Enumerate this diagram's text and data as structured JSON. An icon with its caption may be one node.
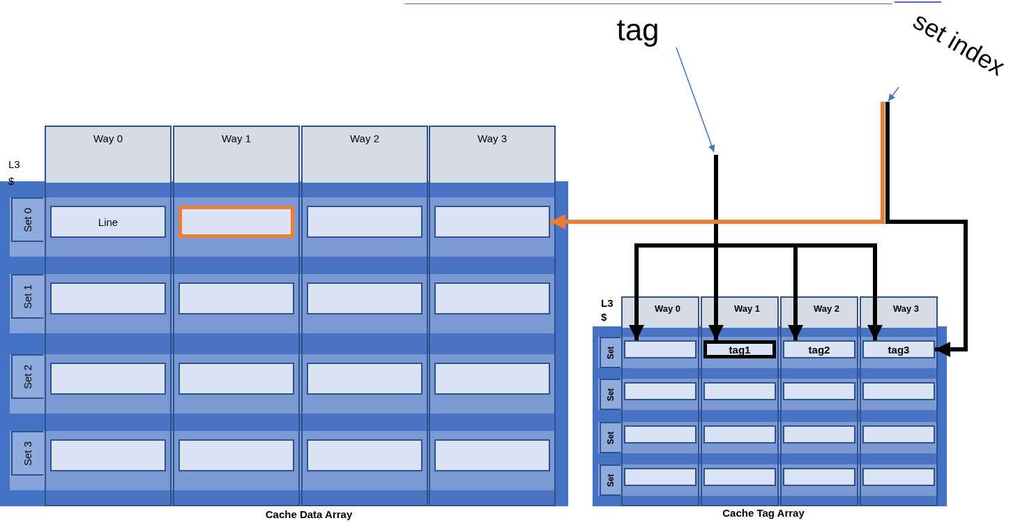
{
  "diagram": {
    "nodes": [
      {
        "text": [
          "L3 $"
        ]
      },
      {
        "text": [
          "Way 0"
        ],
        "in": 0
      },
      {
        "text": [
          "Way 1"
        ],
        "in": 0
      },
      {
        "text": [
          "Way 2"
        ],
        "in": 0
      },
      {
        "text": [
          "Way 3"
        ],
        "in": 0
      },
      {
        "text": [
          "Set 0"
        ],
        "in": 0
      },
      {
        "text": [
          "Set 1"
        ],
        "in": 0
      },
      {
        "text": [
          "Set 2"
        ],
        "in": 0
      },
      {
        "text": [
          "Set 3"
        ],
        "in": 0
      },
      {
        "text": [
          "Line"
        ],
        "in": 0
      },
      {
        "text": [],
        "shape": "box",
        "in": 0
      },
      {
        "text": [],
        "shape": "box",
        "in": 0
      },
      {
        "text": [],
        "shape": "box",
        "in": 0
      },
      {
        "text": [],
        "shape": "box",
        "in": 0
      },
      {
        "text": [],
        "shape": "box",
        "in": 0
      },
      {
        "text": [],
        "shape": "box",
        "in": 0
      },
      {
        "text": [],
        "shape": "box",
        "in": 0
      },
      {
        "text": [],
        "shape": "box",
        "in": 0
      },
      {
        "text": [],
        "shape": "box",
        "in": 0
      },
      {
        "text": [],
        "shape": "box",
        "in": 0
      },
      {
        "text": [],
        "shape": "box",
        "in": 0
      },
      {
        "text": [],
        "shape": "box",
        "in": 0
      },
      {
        "text": [],
        "shape": "box",
        "in": 0
      },
      {
        "text": [],
        "shape": "box",
        "in": 0
      },
      {
        "text": [],
        "shape": "box",
        "in": 0
      },
      {
        "text": [
          "L3 $"
        ]
      },
      {
        "text": [
          "Way 0"
        ],
        "in": 25
      },
      {
        "text": [
          "Way 1"
        ],
        "in": 25
      },
      {
        "text": [
          "Way 2"
        ],
        "in": 25
      },
      {
        "text": [
          "Way 3"
        ],
        "in": 25
      },
      {
        "text": [
          "Set"
        ],
        "in": 25
      },
      {
        "text": [
          "Set"
        ],
        "in": 25
      },
      {
        "text": [
          "Set"
        ],
        "in": 25
      },
      {
        "text": [
          "Set"
        ],
        "in": 25
      },
      {
        "text": [],
        "shape": "box",
        "in": 25
      },
      {
        "text": [
          "tag1"
        ],
        "in": 25
      },
      {
        "text": [
          "tag2"
        ],
        "in": 25
      },
      {
        "text": [
          "tag3"
        ],
        "in": 25
      },
      {
        "text": [],
        "shape": "box",
        "in": 25
      },
      {
        "text": [],
        "shape": "box",
        "in": 25
      },
      {
        "text": [],
        "shape": "box",
        "in": 25
      },
      {
        "text": [],
        "shape": "box",
        "in": 25
      },
      {
        "text": [],
        "shape": "box",
        "in": 25
      },
      {
        "text": [],
        "shape": "box",
        "in": 25
      },
      {
        "text": [],
        "shape": "box",
        "in": 25
      },
      {
        "text": [],
        "shape": "box",
        "in": 25
      },
      {
        "text": [],
        "shape": "box",
        "in": 25
      },
      {
        "text": [],
        "shape": "box",
        "in": 25
      },
      {
        "text": [],
        "shape": "box",
        "in": 25
      },
      {
        "text": [],
        "shape": "box",
        "in": 25
      },
      {
        "text": [
          "tag"
        ]
      },
      {
        "text": [
          "set index"
        ]
      }
    ],
    "edges": [
      {
        "from": 50,
        "to": null,
        "arrow": "to",
        "color": "#4472c4"
      },
      {
        "from": 51,
        "to": null,
        "arrow": "to",
        "color": "#4472c4"
      },
      {
        "from": null,
        "to": 34,
        "arrow": "to"
      },
      {
        "from": null,
        "to": 35,
        "arrow": "to"
      },
      {
        "from": null,
        "to": 36,
        "arrow": "to"
      },
      {
        "from": null,
        "to": 37,
        "arrow": "to"
      },
      {
        "from": null,
        "to": 37,
        "arrow": "to"
      },
      {
        "from": null,
        "to": 12,
        "arrow": "to",
        "color": "#ed7d31"
      }
    ],
    "labels": [
      "Cache Data Array",
      "Cache Tag Array"
    ]
  }
}
